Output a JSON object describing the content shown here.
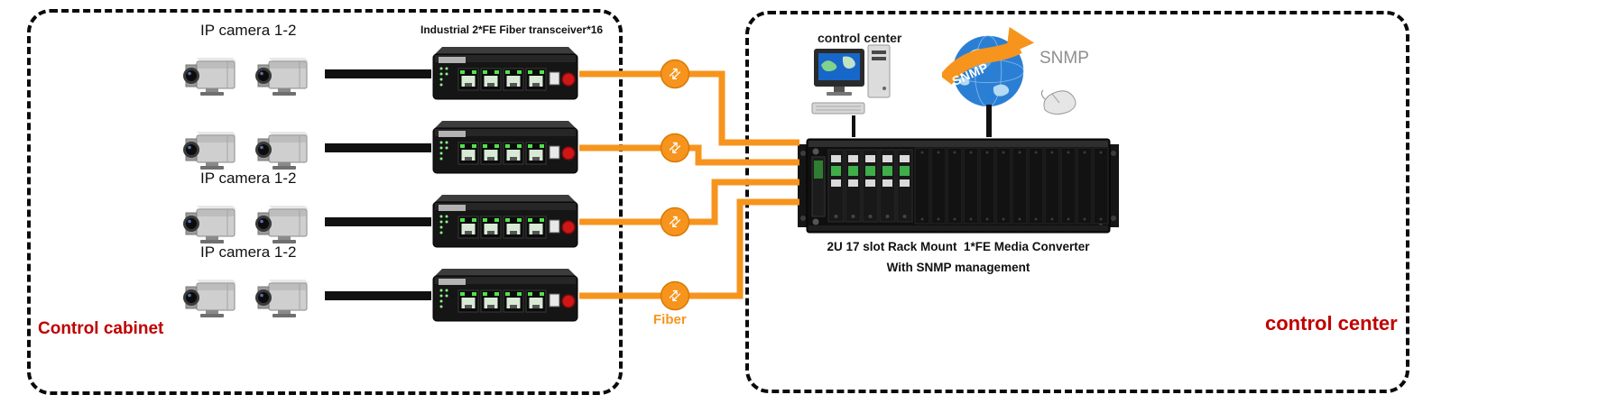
{
  "colors": {
    "fiber_orange": "#F7941D",
    "red_label": "#C00000",
    "port_green": "#52E24A",
    "screen_blue": "#1766C9"
  },
  "left_panel": {
    "bottom_label": "Control cabinet",
    "transceiver_label": "Industrial 2*FE Fiber transceiver*16",
    "camera_groups": [
      {
        "label": "IP camera 1-2"
      },
      {
        "label": ""
      },
      {
        "label": "IP camera 1-2"
      },
      {
        "label": "IP camera 1-2"
      }
    ]
  },
  "fiber": {
    "label": "Fiber"
  },
  "right_panel": {
    "top_label": "control center",
    "snmp_ribbon_label": "SNMP",
    "snmp_side_label": "SNMP",
    "rack_caption_line1": "2U 17 slot Rack Mount  1*FE Media Converter",
    "rack_caption_line2": "With SNMP management",
    "bottom_label": "control center"
  }
}
